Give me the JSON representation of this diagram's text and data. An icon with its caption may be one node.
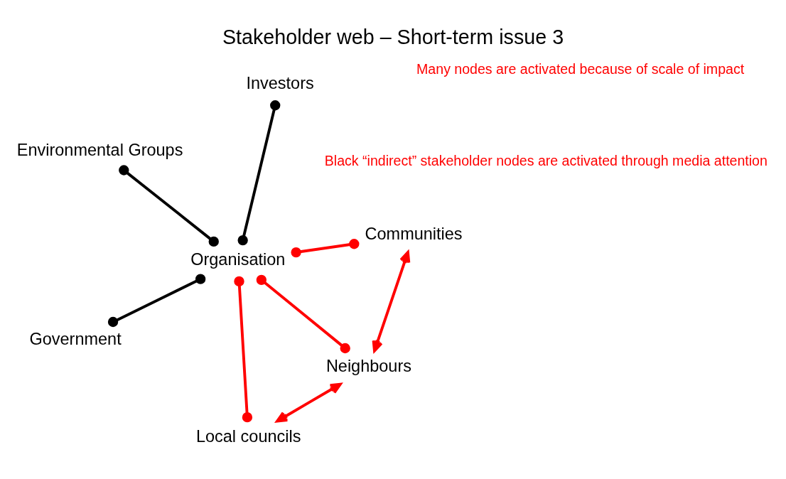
{
  "diagram": {
    "title": "Stakeholder web – Short-term issue 3",
    "nodes": [
      {
        "text": [
          "Local councils"
        ]
      },
      {
        "text": [
          "Neighbours"
        ]
      },
      {
        "text": [
          "Organisation"
        ]
      },
      {
        "text": [
          "Environmental Groups"
        ]
      },
      {
        "text": [
          "Communities"
        ]
      },
      {
        "text": [
          "Investors"
        ]
      },
      {
        "text": [
          "Government"
        ]
      }
    ],
    "edges": [
      {
        "from": 1,
        "to": 0,
        "arrow": "both"
      },
      {
        "from": 0,
        "to": 2,
        "arrow": "other"
      },
      {
        "from": 1,
        "to": 2,
        "arrow": "other"
      },
      {
        "from": 1,
        "to": 4,
        "arrow": "both"
      },
      {
        "from": 4,
        "to": 2,
        "arrow": "other"
      },
      {
        "from": 2,
        "to": 3,
        "arrow": "other",
        "color": "#000000"
      },
      {
        "from": 2,
        "to": 5,
        "arrow": "other",
        "color": "#000000"
      },
      {
        "from": 2,
        "to": 6,
        "arrow": "other",
        "color": "#000000"
      }
    ],
    "labels": [
      "Many nodes are activated because of scale of impact",
      "Black “indirect” stakeholder nodes are activated through media attention"
    ]
  }
}
